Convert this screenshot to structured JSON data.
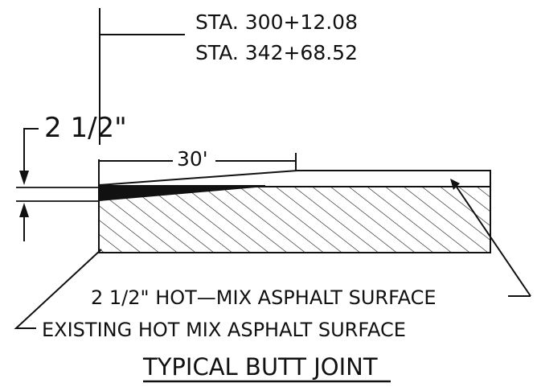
{
  "station_labels": {
    "start": "STA. 300+12.08",
    "end": "STA. 342+68.52"
  },
  "thickness_dimension": "2 1/2\"",
  "taper_length_dimension": "30'",
  "callouts": {
    "overlay": "2 1/2\" HOT—MIX ASPHALT SURFACE",
    "existing": "EXISTING HOT MIX ASPHALT SURFACE"
  },
  "title": "TYPICAL BUTT JOINT",
  "colors": {
    "ink": "#111111",
    "background": "#ffffff"
  }
}
